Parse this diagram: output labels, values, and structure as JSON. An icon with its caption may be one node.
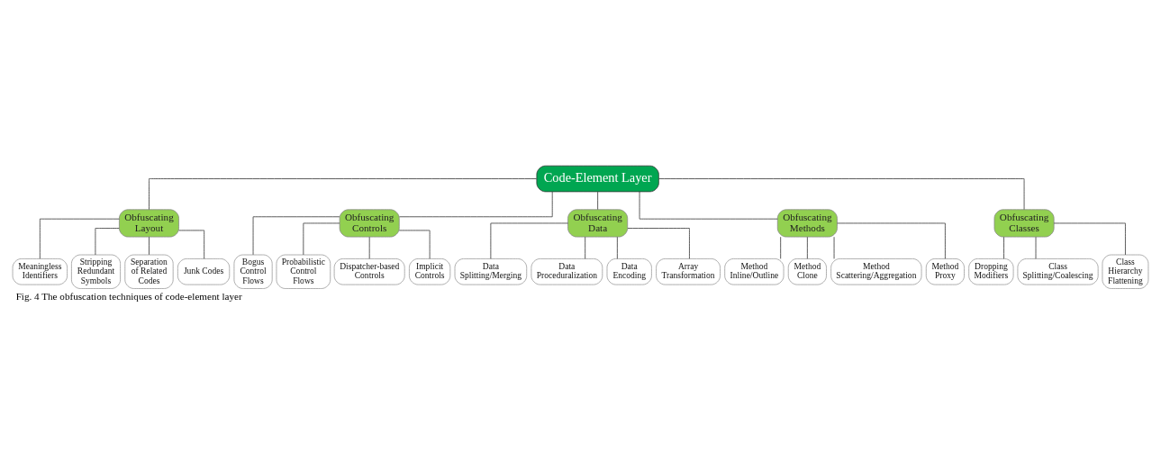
{
  "diagram": {
    "caption": "Fig. 4 The obfuscation techniques of code-element layer",
    "nodes": [
      {
        "text": [
          "Code-Element Layer"
        ]
      },
      {
        "text": [
          "Obfuscating Layout"
        ]
      },
      {
        "text": [
          "Obfuscating Controls"
        ]
      },
      {
        "text": [
          "Obfuscating Data"
        ]
      },
      {
        "text": [
          "Obfuscating Methods"
        ]
      },
      {
        "text": [
          "Obfuscating Classes"
        ]
      },
      {
        "text": [
          "Meaningless Identifiers"
        ]
      },
      {
        "text": [
          "Stripping Redundant Symbols"
        ]
      },
      {
        "text": [
          "Separation of Related Codes"
        ]
      },
      {
        "text": [
          "Junk Codes"
        ]
      },
      {
        "text": [
          "Bogus Control Flows"
        ]
      },
      {
        "text": [
          "Probabilistic Control Flows"
        ]
      },
      {
        "text": [
          "Dispatcher-based Controls"
        ]
      },
      {
        "text": [
          "Implicit Controls"
        ]
      },
      {
        "text": [
          "Data Splitting/Merging"
        ]
      },
      {
        "text": [
          "Data Proceduralization"
        ]
      },
      {
        "text": [
          "Data Encoding"
        ]
      },
      {
        "text": [
          "Array Transformation"
        ]
      },
      {
        "text": [
          "Method Inline/Outline"
        ]
      },
      {
        "text": [
          "Method Clone"
        ]
      },
      {
        "text": [
          "Method Scattering/Aggregation"
        ]
      },
      {
        "text": [
          "Method Proxy"
        ]
      },
      {
        "text": [
          "Dropping Modifiers"
        ]
      },
      {
        "text": [
          "Class Splitting/Coalescing"
        ]
      },
      {
        "text": [
          "Class Hierarchy Flattening"
        ]
      }
    ],
    "edges": [
      {
        "from": 0,
        "to": 1,
        "arrow": "none"
      },
      {
        "from": 0,
        "to": 2,
        "arrow": "none"
      },
      {
        "from": 0,
        "to": 3,
        "arrow": "none"
      },
      {
        "from": 0,
        "to": 4,
        "arrow": "none"
      },
      {
        "from": 0,
        "to": 5,
        "arrow": "none"
      },
      {
        "from": 1,
        "to": 6,
        "arrow": "none"
      },
      {
        "from": 1,
        "to": 7,
        "arrow": "none"
      },
      {
        "from": 1,
        "to": 8,
        "arrow": "none"
      },
      {
        "from": 1,
        "to": 9,
        "arrow": "none"
      },
      {
        "from": 2,
        "to": 10,
        "arrow": "none"
      },
      {
        "from": 2,
        "to": 11,
        "arrow": "none"
      },
      {
        "from": 2,
        "to": 12,
        "arrow": "none"
      },
      {
        "from": 2,
        "to": 13,
        "arrow": "none"
      },
      {
        "from": 3,
        "to": 14,
        "arrow": "none"
      },
      {
        "from": 3,
        "to": 15,
        "arrow": "none"
      },
      {
        "from": 3,
        "to": 16,
        "arrow": "none"
      },
      {
        "from": 3,
        "to": 17,
        "arrow": "none"
      },
      {
        "from": 4,
        "to": 18,
        "arrow": "none"
      },
      {
        "from": 4,
        "to": 19,
        "arrow": "none"
      },
      {
        "from": 4,
        "to": 20,
        "arrow": "none"
      },
      {
        "from": 4,
        "to": 21,
        "arrow": "none"
      },
      {
        "from": 5,
        "to": 22,
        "arrow": "none"
      },
      {
        "from": 5,
        "to": 23,
        "arrow": "none"
      },
      {
        "from": 5,
        "to": 24,
        "arrow": "none"
      }
    ]
  }
}
